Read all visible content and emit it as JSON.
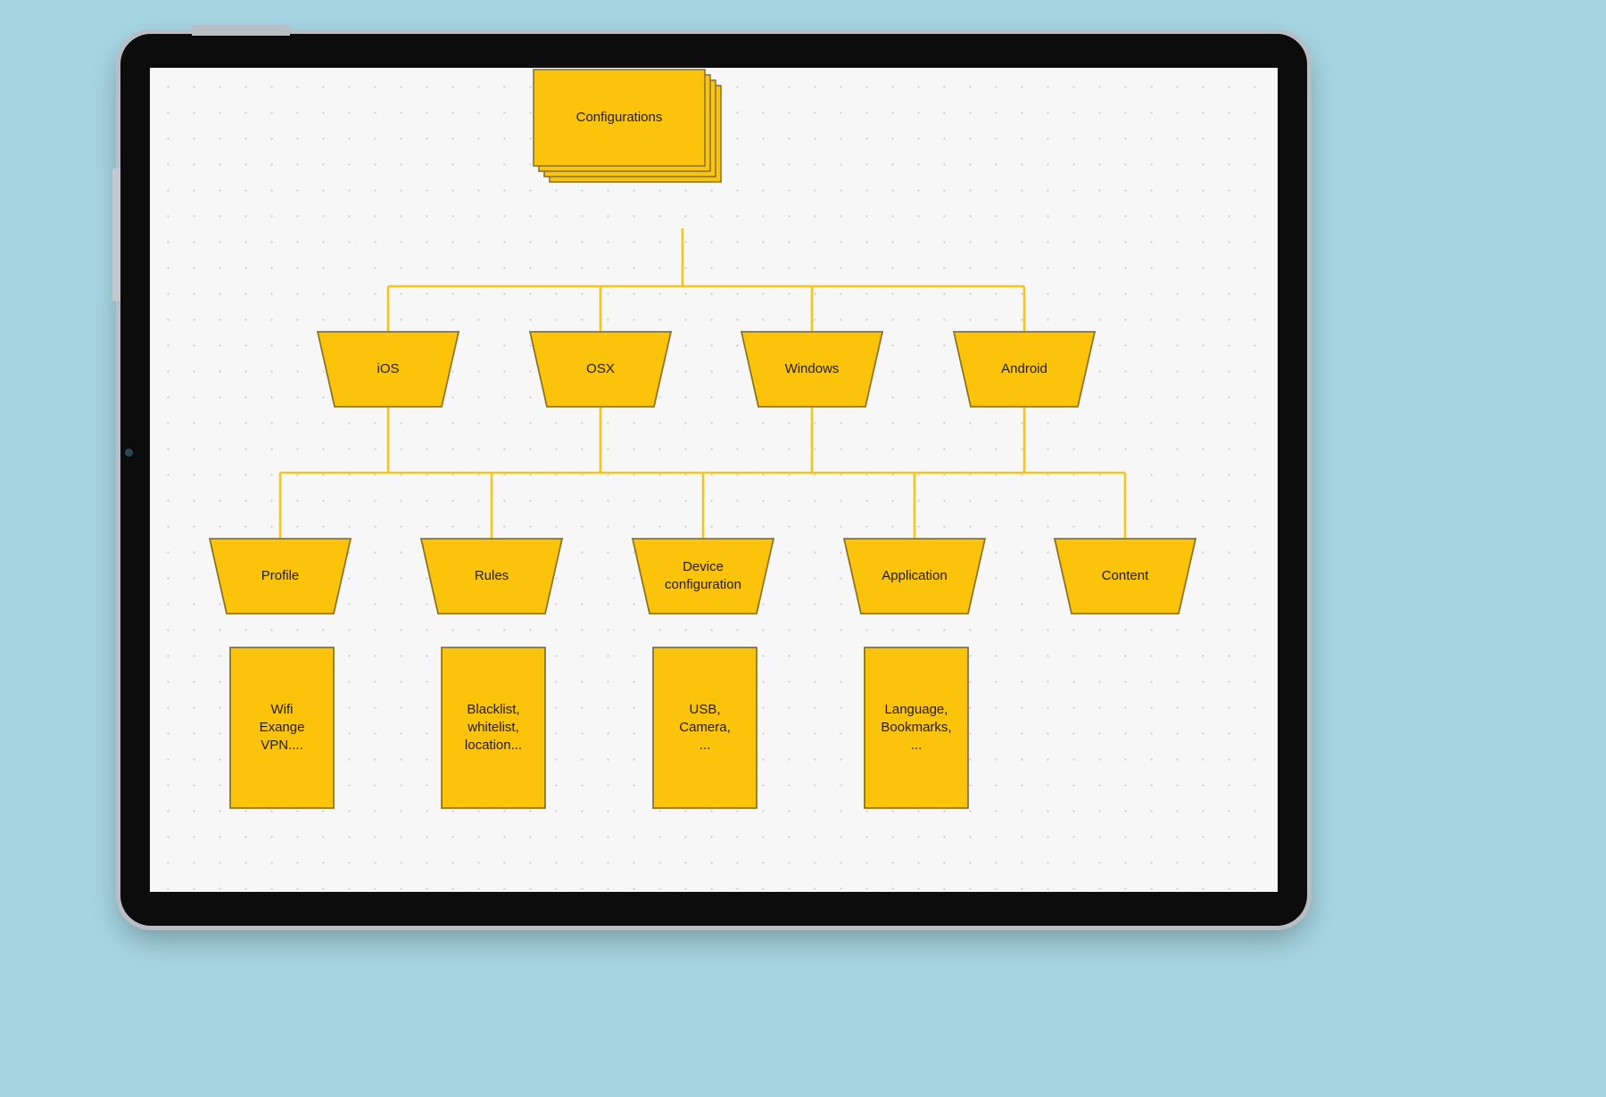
{
  "app": {
    "background_color": "#a6d5e2",
    "canvas_background": "#f7f7f7",
    "device": "tablet"
  },
  "theme": {
    "node_fill": "#FCC30B",
    "node_stroke": "#8a7528",
    "connector_color": "#F5C518",
    "text_color": "#231d07",
    "grid_dot_color": "#cfcfcf"
  },
  "diagram": {
    "type": "hierarchy-tree",
    "root": {
      "id": "configurations",
      "label": "Configurations",
      "shape": "stacked-rectangle",
      "stack_count": 4
    },
    "level2": [
      {
        "id": "ios",
        "label": "iOS",
        "shape": "trapezoid"
      },
      {
        "id": "osx",
        "label": "OSX",
        "shape": "trapezoid"
      },
      {
        "id": "windows",
        "label": "Windows",
        "shape": "trapezoid"
      },
      {
        "id": "android",
        "label": "Android",
        "shape": "trapezoid"
      }
    ],
    "level3": [
      {
        "id": "profile",
        "label": "Profile",
        "shape": "trapezoid"
      },
      {
        "id": "rules",
        "label": "Rules",
        "shape": "trapezoid"
      },
      {
        "id": "device-conf",
        "label": "Device\nconfiguration",
        "shape": "trapezoid"
      },
      {
        "id": "application",
        "label": "Application",
        "shape": "trapezoid"
      },
      {
        "id": "content",
        "label": "Content",
        "shape": "trapezoid"
      }
    ],
    "level4": [
      {
        "id": "profile-detail",
        "label": "Wifi\nExange\nVPN....",
        "shape": "rectangle"
      },
      {
        "id": "rules-detail",
        "label": "Blacklist,\nwhitelist,\nlocation...",
        "shape": "rectangle"
      },
      {
        "id": "device-detail",
        "label": "USB,\nCamera,\n...",
        "shape": "rectangle"
      },
      {
        "id": "application-detail",
        "label": "Language,\nBookmarks,\n...",
        "shape": "rectangle"
      }
    ]
  }
}
